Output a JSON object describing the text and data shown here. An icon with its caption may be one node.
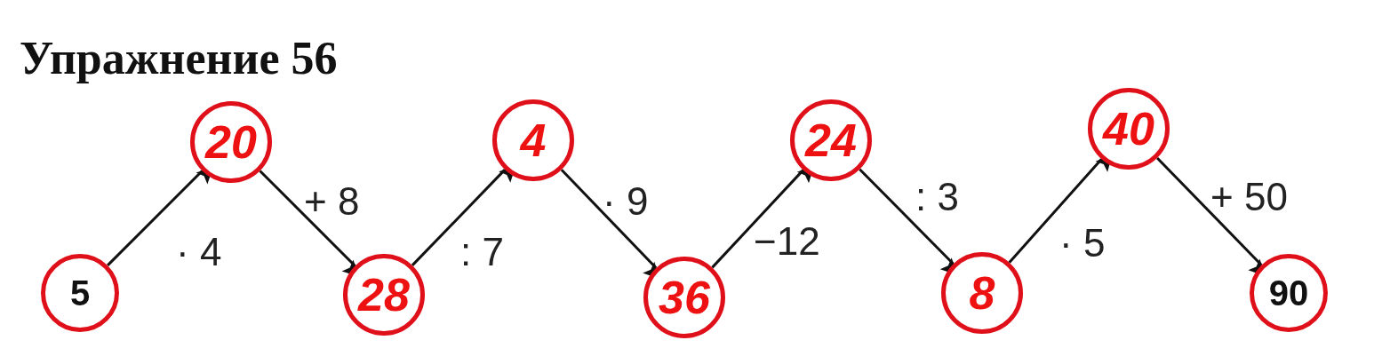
{
  "diagram": {
    "title": "Упражнение 56",
    "nodes": [
      {
        "text": [
          "5"
        ]
      },
      {
        "text": [
          "20"
        ]
      },
      {
        "text": [
          "28"
        ]
      },
      {
        "text": [
          "4"
        ]
      },
      {
        "text": [
          "36"
        ]
      },
      {
        "text": [
          "24"
        ]
      },
      {
        "text": [
          "8"
        ]
      },
      {
        "text": [
          "40"
        ]
      },
      {
        "text": [
          "90"
        ]
      }
    ],
    "edges": [
      {
        "from": 0,
        "to": 1,
        "arrow": "to",
        "label": "· 4"
      },
      {
        "from": 1,
        "to": 2,
        "arrow": "to",
        "label": "+ 8"
      },
      {
        "from": 2,
        "to": 3,
        "arrow": "to",
        "label": ": 7"
      },
      {
        "from": 3,
        "to": 4,
        "arrow": "to",
        "label": "· 9"
      },
      {
        "from": 4,
        "to": 5,
        "arrow": "to",
        "label": "−12"
      },
      {
        "from": 5,
        "to": 6,
        "arrow": "to",
        "label": ": 3"
      },
      {
        "from": 6,
        "to": 7,
        "arrow": "to",
        "label": "· 5"
      },
      {
        "from": 7,
        "to": 8,
        "arrow": "to",
        "label": "+ 50"
      }
    ]
  }
}
